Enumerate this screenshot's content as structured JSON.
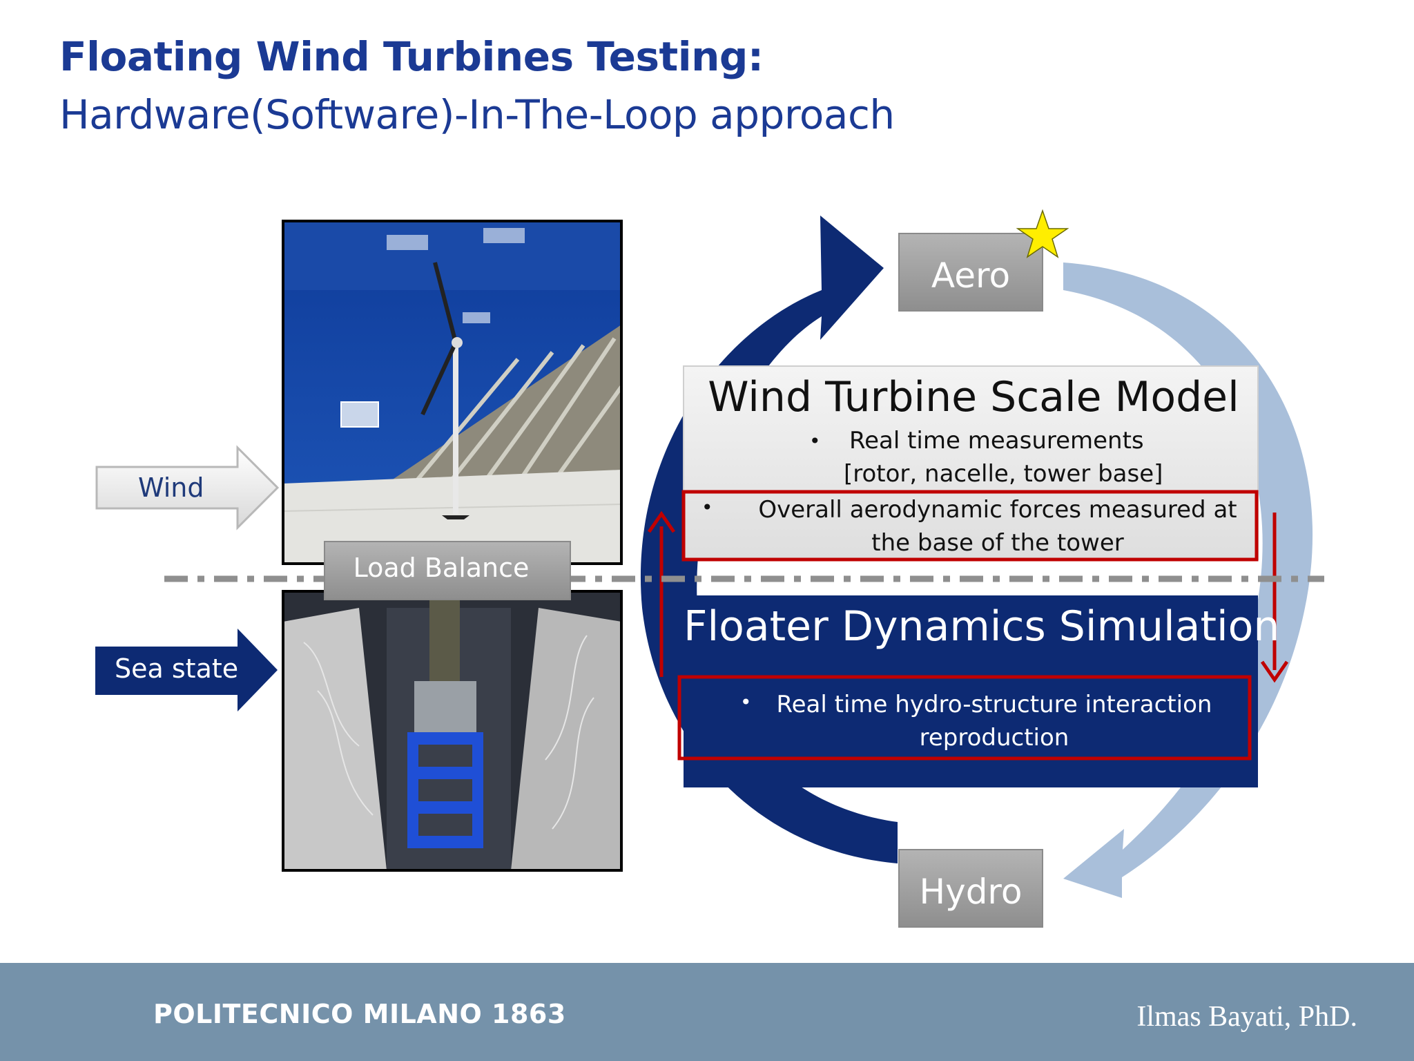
{
  "title": {
    "main": "Floating Wind Turbines Testing:",
    "sub": "Hardware(Software)-In-The-Loop approach"
  },
  "left": {
    "wind_label": "Wind",
    "sea_label": "Sea state",
    "load_balance_label": "Load Balance"
  },
  "cycle": {
    "aero_label": "Aero",
    "hydro_label": "Hydro"
  },
  "scale_model": {
    "title": "Wind Turbine Scale Model",
    "bullet_1_line_1": "Real time measurements",
    "bullet_1_line_2": "[rotor, nacelle, tower base]",
    "bullet_2": "Overall aerodynamic forces measured at the base of the tower",
    "bullet_char": "•"
  },
  "floater": {
    "title": "Floater Dynamics Simulation",
    "bullet_1": "Real time hydro-structure interaction reproduction",
    "bullet_char": "•"
  },
  "footer": {
    "institution": "POLITECNICO MILANO 1863",
    "author": "Ilmas Bayati, PhD."
  },
  "colors": {
    "title_blue": "#1b3a94",
    "navy": "#0d2a73",
    "light_blue": "#a9bfda",
    "highlight_red": "#c00000",
    "footer_bg": "#7592aa",
    "gray_box": "#a3a3a3"
  }
}
